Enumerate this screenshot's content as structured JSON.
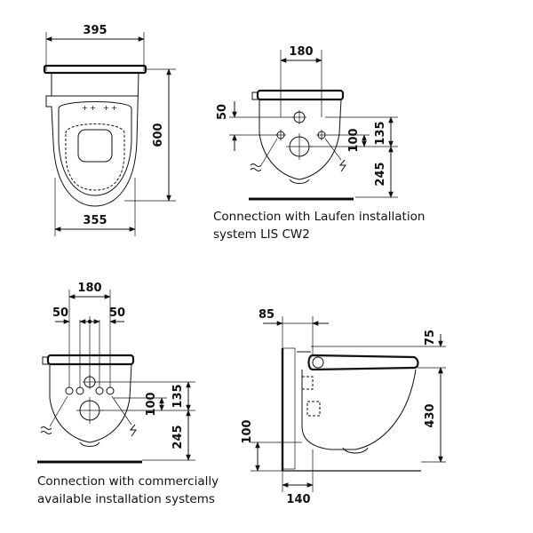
{
  "top_view": {
    "width_top": "395",
    "width_bottom": "355",
    "depth": "600"
  },
  "lis_view": {
    "spacing": "180",
    "left_offset": "50",
    "inner_height": "100",
    "outer_height": "135",
    "floor_height": "245",
    "caption_line1": "Connection with Laufen installation",
    "caption_line2": "system LIS CW2"
  },
  "commercial_view": {
    "spacing": "180",
    "left_offset": "50",
    "right_offset": "50",
    "inner_height": "100",
    "outer_height": "135",
    "floor_height": "245",
    "caption_line1": "Connection with commercially",
    "caption_line2": "available installation systems"
  },
  "side_view": {
    "wall_offset": "85",
    "seat_height": "75",
    "bowl_height": "430",
    "floor_gap": "100",
    "base_depth": "140"
  }
}
